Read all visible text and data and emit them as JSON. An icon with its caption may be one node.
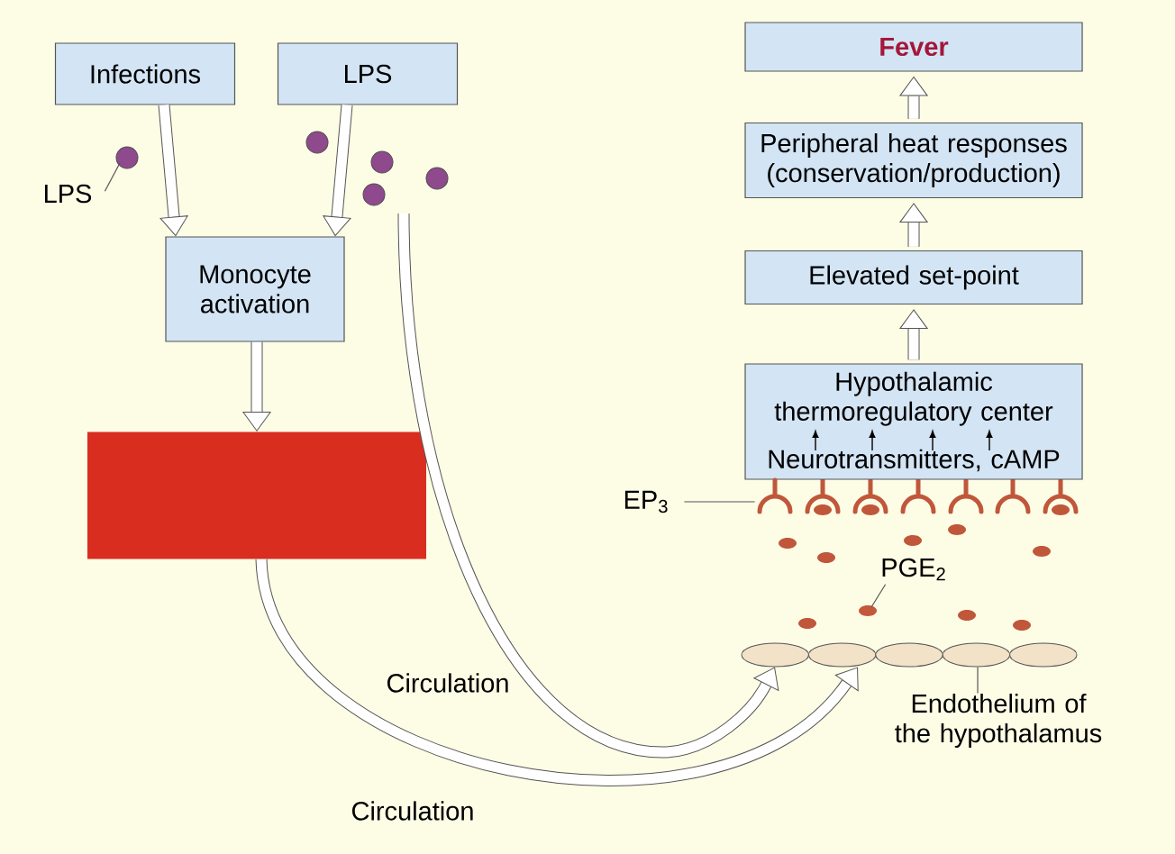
{
  "diagram": {
    "nodes": [
      {
        "text": [
          "Infections"
        ]
      },
      {
        "text": [
          "LPS"
        ]
      },
      {
        "text": [
          "LPS"
        ]
      },
      {
        "text": [],
        "shape": "circle"
      },
      {
        "text": [
          "Monocyte activation"
        ]
      },
      {
        "text": [],
        "shape": "box"
      },
      {
        "text": [
          "Fever"
        ]
      },
      {
        "text": [
          "Peripheral heat responses (conservation/production)"
        ]
      },
      {
        "text": [
          "Elevated set-point"
        ]
      },
      {
        "text": [
          "Hypothalamic thermoregulatory center",
          "Neurotransmitters, cAMP"
        ]
      },
      {
        "text": [
          "EP$_{3}$"
        ]
      },
      {
        "text": [],
        "shape": "receptor"
      },
      {
        "text": [
          "PGE$_{2}$"
        ]
      },
      {
        "text": [],
        "shape": "circle"
      },
      {
        "text": [],
        "shape": "ellipse"
      },
      {
        "text": [
          "Endothelium of the hypothalamus"
        ]
      },
      {
        "text": [],
        "shape": "circle"
      },
      {
        "text": [],
        "shape": "circle"
      },
      {
        "text": [],
        "shape": "circle"
      },
      {
        "text": [],
        "shape": "circle"
      }
    ],
    "edges": [
      {
        "from": 0,
        "to": 4,
        "arrow": "to"
      },
      {
        "from": 1,
        "to": 4,
        "arrow": "to"
      },
      {
        "from": 4,
        "to": 5,
        "arrow": "to"
      },
      {
        "from": 5,
        "to": 14,
        "arrow": "to",
        "label": "Circulation"
      },
      {
        "from": null,
        "to": 14,
        "arrow": "to",
        "label": "Circulation"
      },
      {
        "from": 9,
        "to": 8,
        "arrow": "to"
      },
      {
        "from": 8,
        "to": 7,
        "arrow": "to"
      },
      {
        "from": 7,
        "to": 6,
        "arrow": "to"
      },
      {
        "from": 2,
        "to": 3,
        "arrow": "none"
      },
      {
        "from": 10,
        "to": 11,
        "arrow": "none"
      },
      {
        "from": 12,
        "to": 13,
        "arrow": "none"
      },
      {
        "from": 15,
        "to": 14,
        "arrow": "none"
      }
    ]
  }
}
